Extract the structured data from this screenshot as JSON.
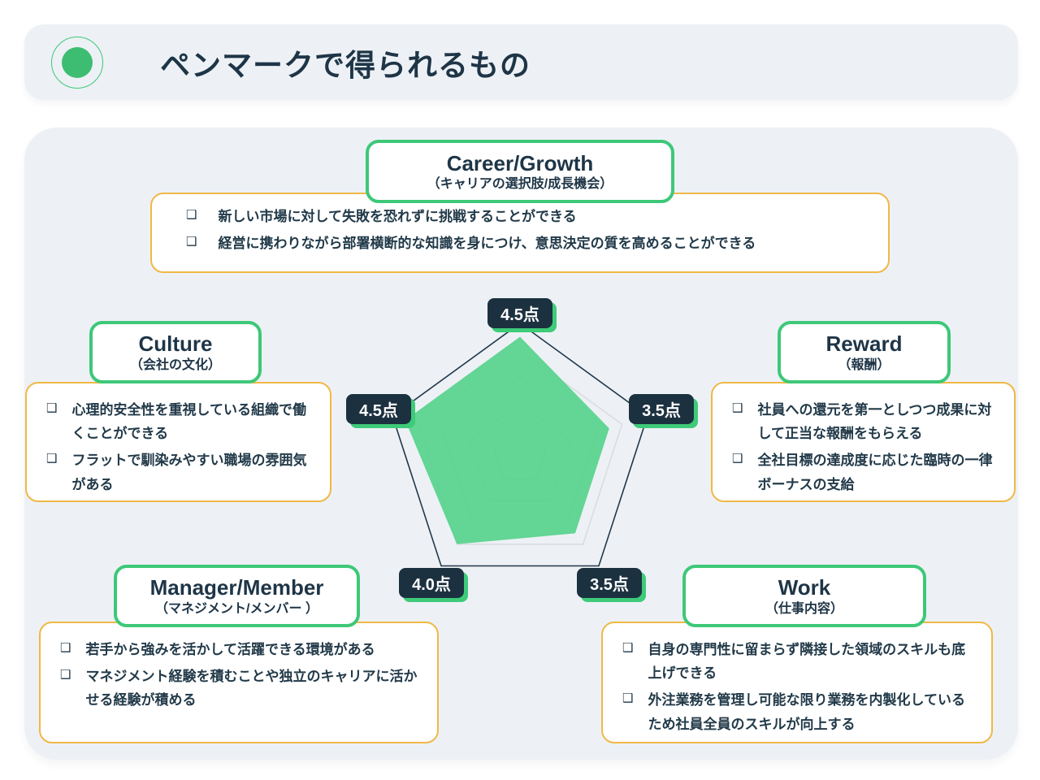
{
  "page": {
    "title": "ペンマークで得られるもの"
  },
  "bullet_icon": "❑",
  "colors": {
    "accent_green": "#3ec878",
    "fill_green": "#57d28c",
    "accent_yellow": "#f0b846",
    "navy": "#1e3547",
    "label_bg": "#1c3140",
    "panel_bg": "#edf1f5"
  },
  "chart_data": {
    "type": "radar",
    "categories": [
      "Career/Growth",
      "Reward",
      "Work",
      "Manager/Member",
      "Culture"
    ],
    "values": [
      4.5,
      3.5,
      3.5,
      4.0,
      4.5
    ],
    "value_labels": [
      "4.5点",
      "3.5点",
      "3.5点",
      "4.0点",
      "4.5点"
    ],
    "max": 5,
    "grid_levels": 5,
    "grid": true,
    "legend": false,
    "title": ""
  },
  "cards": {
    "career": {
      "title": "Career/Growth",
      "subtitle": "（キャリアの選択肢/成長機会）",
      "bullets": [
        "新しい市場に対して失敗を恐れずに挑戦することができる",
        "経営に携わりながら部署横断的な知識を身につけ、意思決定の質を高めることができる"
      ]
    },
    "culture": {
      "title": "Culture",
      "subtitle": "（会社の文化）",
      "bullets": [
        "心理的安全性を重視している組織で働くことができる",
        "フラットで馴染みやすい職場の雰囲気がある"
      ]
    },
    "reward": {
      "title": "Reward",
      "subtitle": "（報酬）",
      "bullets": [
        "社員への還元を第一としつつ成果に対して正当な報酬をもらえる",
        "全社目標の達成度に応じた臨時の一律ボーナスの支給"
      ]
    },
    "manager": {
      "title": "Manager/Member",
      "subtitle": "（マネジメント/メンバー ）",
      "bullets": [
        "若手から強みを活かして活躍できる環境がある",
        "マネジメント経験を積むことや独立のキャリアに活かせる経験が積める"
      ]
    },
    "work": {
      "title": "Work",
      "subtitle": "（仕事内容）",
      "bullets": [
        "自身の専門性に留まらず隣接した領域のスキルも底上げできる",
        "外注業務を管理し可能な限り業務を内製化しているため社員全員のスキルが向上する"
      ]
    }
  }
}
